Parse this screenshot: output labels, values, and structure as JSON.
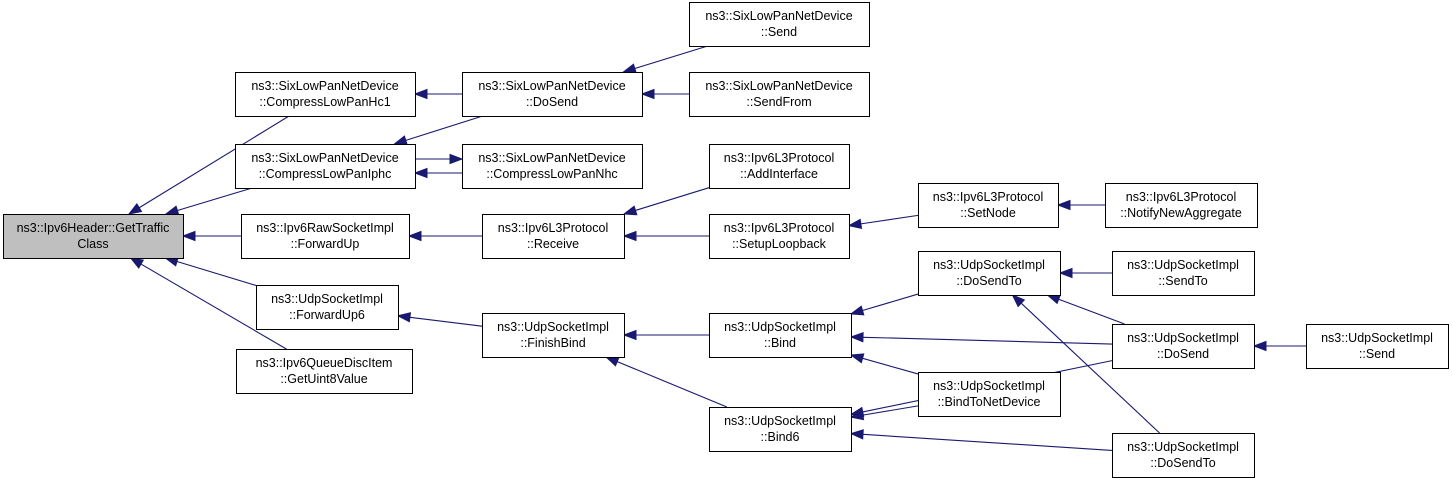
{
  "nodes": [
    {
      "id": "n0",
      "lines": [
        "ns3::Ipv6Header::GetTraffic",
        "Class"
      ],
      "root": true
    },
    {
      "id": "n1",
      "lines": [
        "ns3::SixLowPanNetDevice",
        "::CompressLowPanHc1"
      ]
    },
    {
      "id": "n2",
      "lines": [
        "ns3::SixLowPanNetDevice",
        "::CompressLowPanIphc"
      ]
    },
    {
      "id": "n3",
      "lines": [
        "ns3::Ipv6RawSocketImpl",
        "::ForwardUp"
      ]
    },
    {
      "id": "n4",
      "lines": [
        "ns3::UdpSocketImpl",
        "::ForwardUp6"
      ]
    },
    {
      "id": "n5",
      "lines": [
        "ns3::Ipv6QueueDiscItem",
        "::GetUint8Value"
      ]
    },
    {
      "id": "n6",
      "lines": [
        "ns3::SixLowPanNetDevice",
        "::DoSend"
      ]
    },
    {
      "id": "n7",
      "lines": [
        "ns3::SixLowPanNetDevice",
        "::CompressLowPanNhc"
      ]
    },
    {
      "id": "n8",
      "lines": [
        "ns3::Ipv6L3Protocol",
        "::Receive"
      ]
    },
    {
      "id": "n9",
      "lines": [
        "ns3::UdpSocketImpl",
        "::FinishBind"
      ]
    },
    {
      "id": "n10",
      "lines": [
        "ns3::SixLowPanNetDevice",
        "::Send"
      ]
    },
    {
      "id": "n11",
      "lines": [
        "ns3::SixLowPanNetDevice",
        "::SendFrom"
      ]
    },
    {
      "id": "n12",
      "lines": [
        "ns3::Ipv6L3Protocol",
        "::AddInterface"
      ]
    },
    {
      "id": "n13",
      "lines": [
        "ns3::Ipv6L3Protocol",
        "::SetupLoopback"
      ]
    },
    {
      "id": "n14",
      "lines": [
        "ns3::UdpSocketImpl",
        "::Bind"
      ]
    },
    {
      "id": "n15",
      "lines": [
        "ns3::UdpSocketImpl",
        "::Bind6"
      ]
    },
    {
      "id": "n16",
      "lines": [
        "ns3::Ipv6L3Protocol",
        "::SetNode"
      ]
    },
    {
      "id": "n17",
      "lines": [
        "ns3::UdpSocketImpl",
        "::DoSendTo"
      ]
    },
    {
      "id": "n18",
      "lines": [
        "ns3::UdpSocketImpl",
        "::BindToNetDevice"
      ]
    },
    {
      "id": "n19",
      "lines": [
        "ns3::Ipv6L3Protocol",
        "::NotifyNewAggregate"
      ]
    },
    {
      "id": "n20",
      "lines": [
        "ns3::UdpSocketImpl",
        "::SendTo"
      ]
    },
    {
      "id": "n21",
      "lines": [
        "ns3::UdpSocketImpl",
        "::DoSend"
      ]
    },
    {
      "id": "n22",
      "lines": [
        "ns3::UdpSocketImpl",
        "::DoSendTo"
      ]
    },
    {
      "id": "n23",
      "lines": [
        "ns3::UdpSocketImpl",
        "::Send"
      ]
    }
  ],
  "edges": [
    {
      "from": "n1",
      "to": "n0"
    },
    {
      "from": "n2",
      "to": "n0"
    },
    {
      "from": "n3",
      "to": "n0"
    },
    {
      "from": "n4",
      "to": "n0"
    },
    {
      "from": "n5",
      "to": "n0"
    },
    {
      "from": "n6",
      "to": "n1"
    },
    {
      "from": "n6",
      "to": "n2"
    },
    {
      "from": "n7",
      "to": "n2"
    },
    {
      "from": "n2",
      "to": "n7"
    },
    {
      "from": "n10",
      "to": "n6"
    },
    {
      "from": "n11",
      "to": "n6"
    },
    {
      "from": "n8",
      "to": "n3"
    },
    {
      "from": "n12",
      "to": "n8"
    },
    {
      "from": "n13",
      "to": "n8"
    },
    {
      "from": "n16",
      "to": "n13"
    },
    {
      "from": "n19",
      "to": "n16"
    },
    {
      "from": "n9",
      "to": "n4"
    },
    {
      "from": "n14",
      "to": "n9"
    },
    {
      "from": "n15",
      "to": "n9"
    },
    {
      "from": "n17",
      "to": "n14"
    },
    {
      "from": "n21",
      "to": "n14"
    },
    {
      "from": "n18",
      "to": "n14"
    },
    {
      "from": "n18",
      "to": "n15"
    },
    {
      "from": "n21",
      "to": "n15"
    },
    {
      "from": "n22",
      "to": "n15"
    },
    {
      "from": "n20",
      "to": "n17"
    },
    {
      "from": "n21",
      "to": "n17"
    },
    {
      "from": "n22",
      "to": "n17"
    },
    {
      "from": "n23",
      "to": "n21"
    }
  ]
}
